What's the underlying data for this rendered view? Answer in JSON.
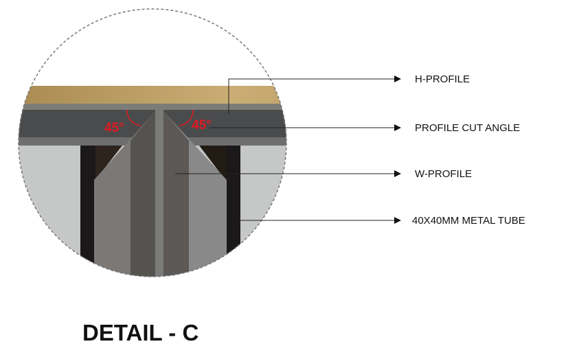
{
  "title": "DETAIL - C",
  "labels": [
    "H-PROFILE",
    "PROFILE CUT ANGLE",
    "W-PROFILE",
    "40X40MM METAL TUBE"
  ],
  "angles": [
    "45°",
    "45°"
  ],
  "colors": {
    "wood": "#b89a5c",
    "profile_dark": "#4a4b4c",
    "profile_light": "#7c7d78",
    "background_wall": "#c6c7c7",
    "tube": "#1a1818",
    "angle_mark": "#e01a22"
  }
}
